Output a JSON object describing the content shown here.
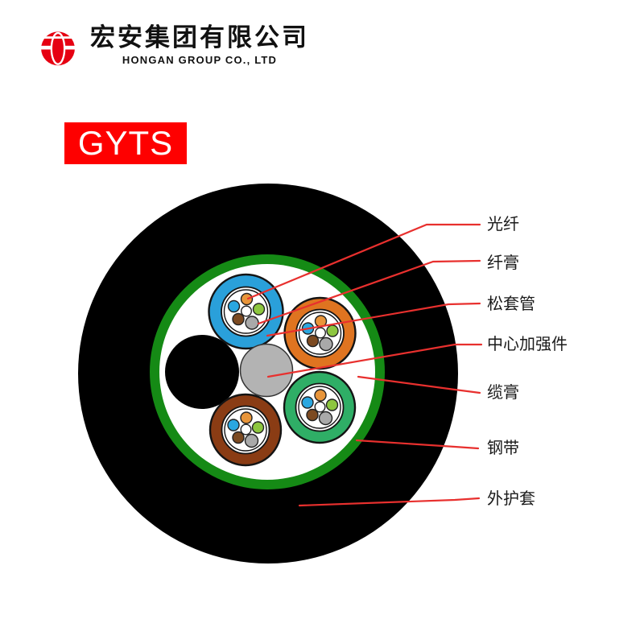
{
  "header": {
    "company_name_cn": "宏安集团有限公司",
    "company_name_en": "HONGAN GROUP CO., LTD",
    "logo_icon": "red-globe-icon"
  },
  "product": {
    "code": "GYTS"
  },
  "diagram": {
    "type": "fiber-optic-cable-cross-section",
    "callouts": [
      {
        "label": "光纤"
      },
      {
        "label": "纤膏"
      },
      {
        "label": "松套管"
      },
      {
        "label": "中心加强件"
      },
      {
        "label": "缆膏"
      },
      {
        "label": "钢带"
      },
      {
        "label": "外护套"
      }
    ],
    "colors": {
      "logo_red": "#e60012",
      "badge_red": "#fe0000",
      "callout_line": "#e8302e",
      "outer_sheath": "#000000",
      "steel_tape": "#158a15",
      "inner_fill": "#ffffff",
      "filler_rod": "#000000",
      "strength_member": "#b3b3b3",
      "tube_blue": "#2aa0da",
      "tube_orange": "#df7420",
      "tube_green": "#2fae66",
      "tube_brown": "#8a3c14",
      "fiber_orange": "#e8953a",
      "fiber_blue": "#2aa7e0",
      "fiber_green": "#8dc63f",
      "fiber_brown": "#7c4a21",
      "fiber_gray": "#a9a9a9",
      "fiber_white": "#ffffff"
    }
  }
}
